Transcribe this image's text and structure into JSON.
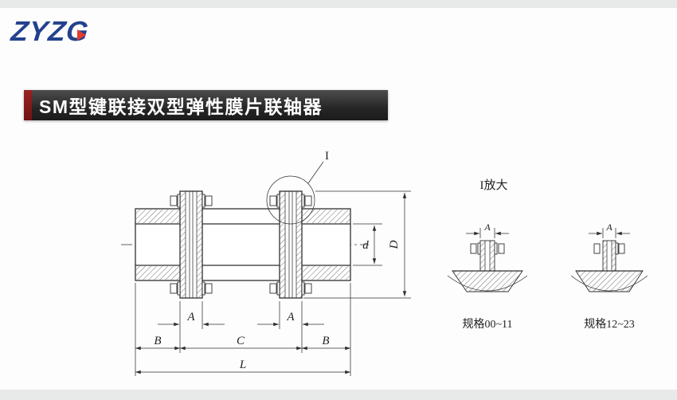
{
  "logo": {
    "text": "ZYZG"
  },
  "banner": {
    "title": "SM型键联接双型弹性膜片联轴器"
  },
  "colors": {
    "logo_blue": "#23418e",
    "logo_red": "#e23a2c",
    "banner_background": "#2a2a2a",
    "banner_accent": "#8f1d1d",
    "banner_text": "#ffffff",
    "drawing_line": "#2f2f2f"
  },
  "drawing": {
    "detail_ref": "I",
    "dims": {
      "d": "d",
      "D": "D",
      "A_left": "A",
      "A_right": "A",
      "B_left": "B",
      "C": "C",
      "B_right": "B",
      "L": "L"
    },
    "details": {
      "title": "I放大",
      "left": {
        "dim_A": "A",
        "caption": "规格00~11"
      },
      "right": {
        "dim_A": "A",
        "caption": "规格12~23"
      }
    }
  }
}
